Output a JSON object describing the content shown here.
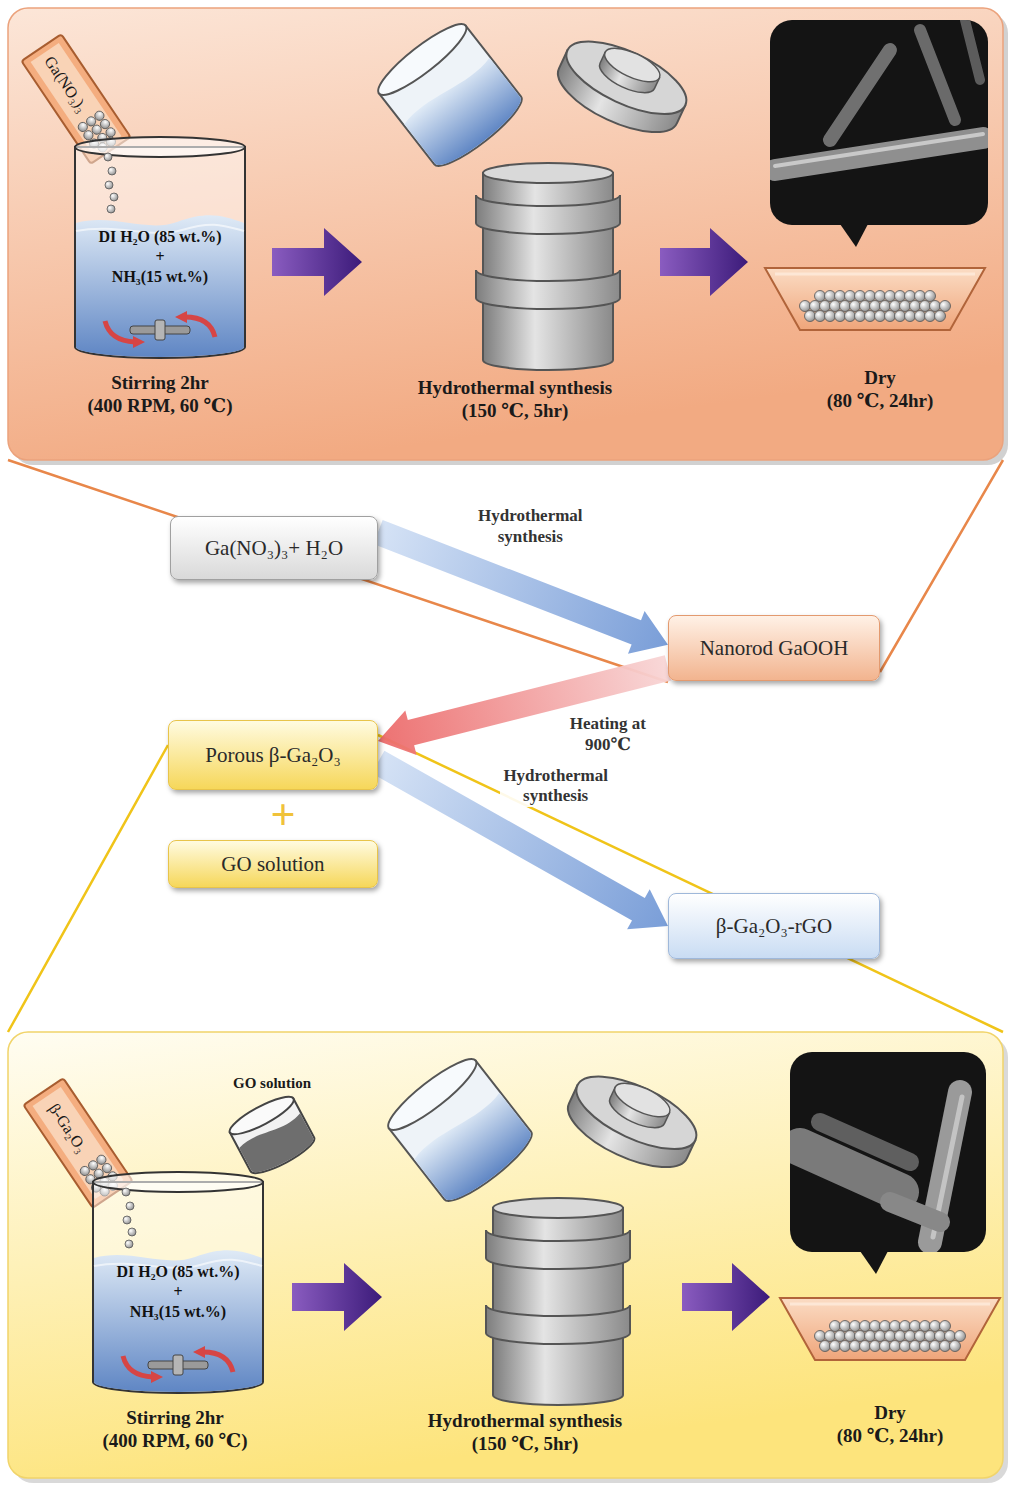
{
  "diagram": {
    "nodes": [
      {
        "text": [
          "DI H₂O (85 wt.%)",
          "+",
          "NH₃(15 wt.%)"
        ]
      },
      {
        "text": [
          "Ga(NO₃)₃+ H₂O"
        ]
      },
      {
        "text": [
          "Nanorod GaOOH"
        ]
      },
      {
        "text": [
          "Porous β-Ga₂O₃"
        ]
      },
      {
        "text": [
          "GO solution"
        ]
      },
      {
        "text": [
          "β-Ga₂O₃-rGO"
        ]
      },
      {
        "text": [
          "DI H₂O (85 wt.%)",
          "+",
          "NH₃(15 wt.%)"
        ]
      }
    ],
    "edges": [
      {
        "from": 1,
        "to": 2,
        "arrow": "to",
        "label": "Hydrothermal synthesis"
      },
      {
        "from": 2,
        "to": 3,
        "arrow": "to",
        "label": "Heating at 900℃"
      },
      {
        "from": 3,
        "to": 5,
        "arrow": "to",
        "label": "Hydrothermal synthesis"
      }
    ],
    "labels": [
      "Ga(NO₃)₃",
      "Stirring 2hr (400 RPM, 60 ℃)",
      "Hydrothermal synthesis (150 ℃, 5hr)",
      "Dry (80 ℃, 24hr)",
      "+",
      "β-Ga₂O₃",
      "GO solution",
      "Stirring 2hr (400 RPM, 60 ℃)",
      "Hydrothermal synthesis (150 ℃, 5hr)",
      "Dry (80 ℃, 24hr)"
    ]
  }
}
